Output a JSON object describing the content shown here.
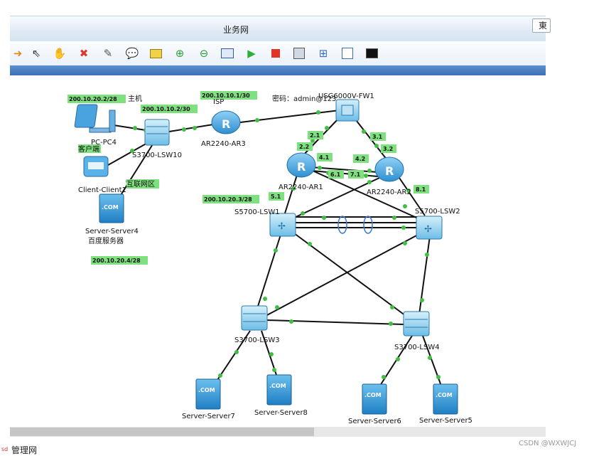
{
  "window": {
    "title": "业务网",
    "corner_button_label": "東"
  },
  "toolbar": {
    "icons": [
      "arrow-icon",
      "pointer-icon",
      "hand-icon",
      "delete-icon",
      "edit-icon",
      "text-icon",
      "rectangle-icon",
      "zoom-in-icon",
      "zoom-out-icon",
      "capture-icon",
      "start-icon",
      "stop-icon",
      "screenshot-icon",
      "topology-icon",
      "grid-icon",
      "console-icon"
    ]
  },
  "devices": {
    "pc4": "PC-PC4",
    "client1": "Client-Client1",
    "server4": "Server-Server4",
    "lsw10": "S3700-LSW10",
    "ar3": "AR2240-AR3",
    "fw1": "USG6000V-FW1",
    "ar1": "AR2240-AR1",
    "ar2": "AR2240-AR2",
    "lsw1": "S5700-LSW1",
    "lsw2": "S5700-LSW2",
    "lsw3": "S3700-LSW3",
    "lsw4": "S3700-LSW4",
    "server7": "Server-Server7",
    "server8": "Server-Server8",
    "server6": "Server-Server6",
    "server5": "Server-Server5"
  },
  "server_badge": ".COM",
  "notes": {
    "host": "主机",
    "client_side": "客户端",
    "internet_zone": "互联网区",
    "baidu_server": "百度服务器",
    "password": "密码：admin@123",
    "isp": "ISP"
  },
  "ip_labels": {
    "pc4_ip": "200.10.20.2/28",
    "lsw10_ip": "200.10.10.2/30",
    "ar3_ip": "200.10.10.1/30",
    "lsw1_ip": "200.10.20.3/28",
    "server4_ip": "200.10.20.4/28",
    "l21": "2.1",
    "l22": "2.2",
    "l31": "3.1",
    "l32": "3.2",
    "l41": "4.1",
    "l42": "4.2",
    "l61": "6.1",
    "l71": "7.1",
    "l51": "5.1",
    "l81": "8.1"
  },
  "status": {
    "text": "管理网",
    "prefix": "sd"
  },
  "watermark": "CSDN @WXWJCJ"
}
